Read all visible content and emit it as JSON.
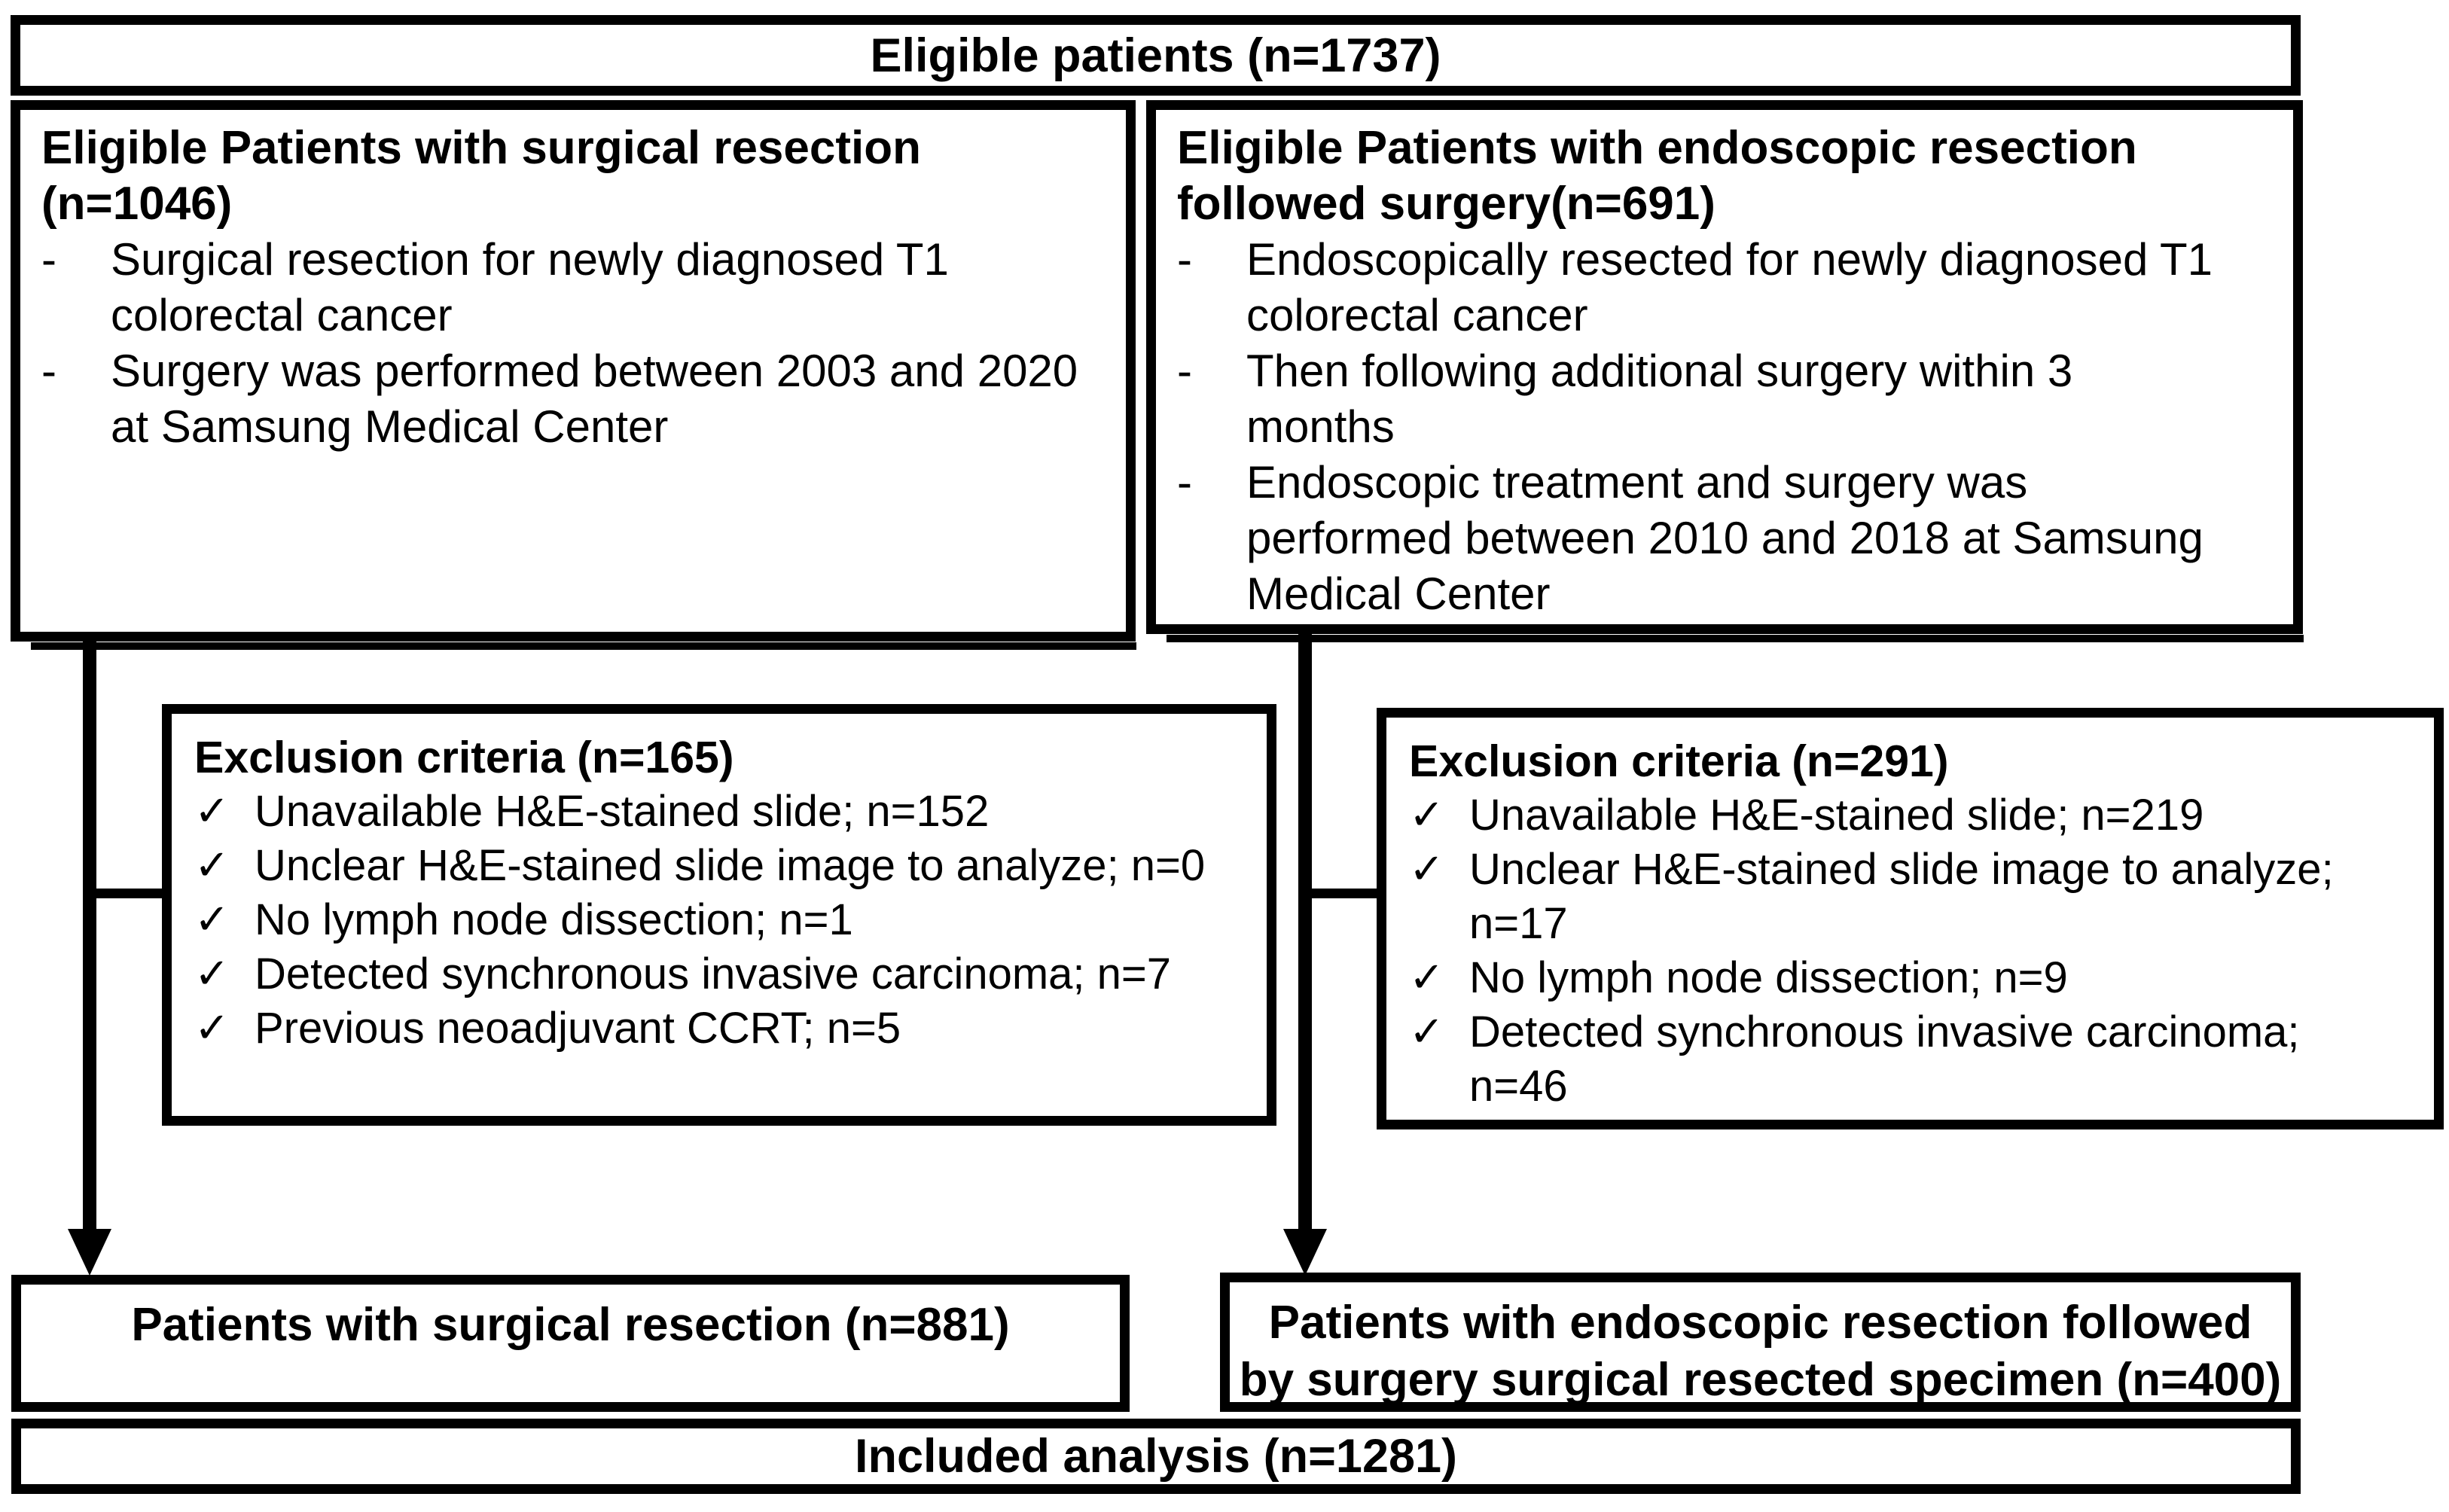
{
  "figure": {
    "background": "#ffffff",
    "line_color": "#000000",
    "markers": {
      "dash": "-",
      "check": "✓"
    },
    "top_box": {
      "label": "Eligible patients (n=1737)"
    },
    "surgical_box": {
      "title_lines": [
        "Eligible Patients with surgical resection",
        "(n=1046)"
      ],
      "bullets": [
        {
          "lines": [
            "Surgical resection for newly diagnosed T1",
            "colorectal cancer"
          ]
        },
        {
          "lines": [
            "Surgery was performed between 2003 and 2020",
            "at Samsung Medical Center"
          ]
        }
      ]
    },
    "endoscopic_box": {
      "title_lines": [
        "Eligible Patients with endoscopic resection",
        "followed surgery(n=691)"
      ],
      "bullets": [
        {
          "lines": [
            "Endoscopically resected for newly diagnosed T1",
            "colorectal cancer"
          ]
        },
        {
          "lines": [
            "Then following additional surgery within 3",
            "months"
          ]
        },
        {
          "lines": [
            "Endoscopic treatment and surgery was",
            "performed between 2010 and 2018 at Samsung",
            "Medical Center"
          ]
        }
      ]
    },
    "surgical_exclusion_box": {
      "title": "Exclusion criteria (n=165)",
      "items": [
        {
          "lines": [
            "Unavailable H&E-stained slide; n=152"
          ]
        },
        {
          "lines": [
            "Unclear H&E-stained slide image to analyze; n=0"
          ]
        },
        {
          "lines": [
            "No lymph node dissection; n=1"
          ]
        },
        {
          "lines": [
            "Detected synchronous invasive carcinoma; n=7"
          ]
        },
        {
          "lines": [
            "Previous neoadjuvant CCRT; n=5"
          ]
        }
      ]
    },
    "endoscopic_exclusion_box": {
      "title": "Exclusion criteria (n=291)",
      "items": [
        {
          "lines": [
            "Unavailable H&E-stained slide; n=219"
          ]
        },
        {
          "lines": [
            "Unclear H&E-stained slide image to analyze;",
            "n=17"
          ]
        },
        {
          "lines": [
            "No lymph node dissection; n=9"
          ]
        },
        {
          "lines": [
            "Detected synchronous invasive carcinoma;",
            "n=46"
          ]
        }
      ]
    },
    "surgical_result_box": {
      "lines": [
        "Patients with surgical resection (n=881)"
      ]
    },
    "endoscopic_result_box": {
      "lines": [
        "Patients with endoscopic resection followed",
        "by surgery surgical resected specimen (n=400)"
      ]
    },
    "included_box": {
      "label": "Included analysis (n=1281)"
    }
  }
}
